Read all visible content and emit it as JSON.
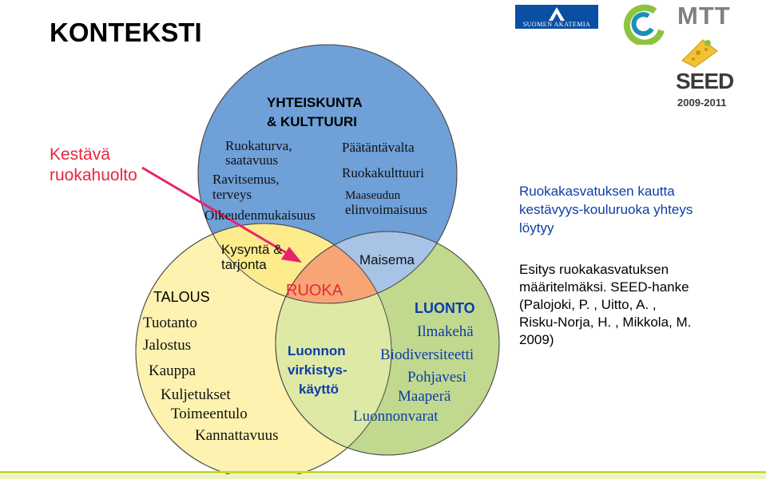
{
  "title": "KONTEKSTI",
  "subtitle_line1": "Kestävä",
  "subtitle_line2": "ruokahuolto",
  "society": {
    "heading_line1": "YHTEISKUNTA",
    "heading_line2": "& KULTTUURI",
    "left_items": [
      "Ruokaturva,",
      "saatavuus",
      "Ravitsemus,",
      "terveys",
      "Oikeudenmukaisuus"
    ],
    "right_items": [
      "Päätäntävalta",
      "Ruokakulttuuri",
      "Maaseudun",
      "elinvoimaisuus"
    ]
  },
  "economy": {
    "heading": "TALOUS",
    "items": [
      "Tuotanto",
      "Jalostus",
      "Kauppa",
      "Kuljetukset",
      "Toimeentulo",
      "Kannattavuus"
    ]
  },
  "nature": {
    "heading": "LUONTO",
    "items": [
      "Ilmakehä",
      "Biodiversiteetti",
      "Pohjavesi",
      "Maaperä",
      "Luonnonvarat"
    ]
  },
  "overlaps": {
    "society_economy_line1": "Kysyntä &",
    "society_economy_line2": "tarjonta",
    "society_nature": "Maisema",
    "economy_nature_line1": "Luonnon",
    "economy_nature_line2": "virkistys-",
    "economy_nature_line3": "käyttö",
    "center": "RUOKA"
  },
  "right_panel": {
    "line1": "Ruokakasvatuksen kautta",
    "line2": "kestävyys-kouluruoka yhteys",
    "line3": "löytyy",
    "para2_line1": "Esitys ruokakasvatuksen",
    "para2_line2": "määritelmäksi. SEED-hanke",
    "para2_line3": "(Palojoki, P. ,   Uitto, A. ,",
    "para2_line4": "Risku-Norja, H. , Mikkola, M.",
    "para2_line5": "2009)"
  },
  "logos": {
    "akatemia": "SUOMEN AKATEMIA",
    "mtt": "MTT",
    "seed": "SEED",
    "seed_years": "2009-2011"
  },
  "colors": {
    "society_circle": "#6fa0d8",
    "economy_circle": "#fdf2b0",
    "nature_circle": "#c1d88f",
    "center_overlap": "#f7a574",
    "society_economy_overlap": "#fdeb8c",
    "title_red": "#e8263c",
    "text_blue": "#0b3ea8",
    "arrow": "#e8236e"
  }
}
